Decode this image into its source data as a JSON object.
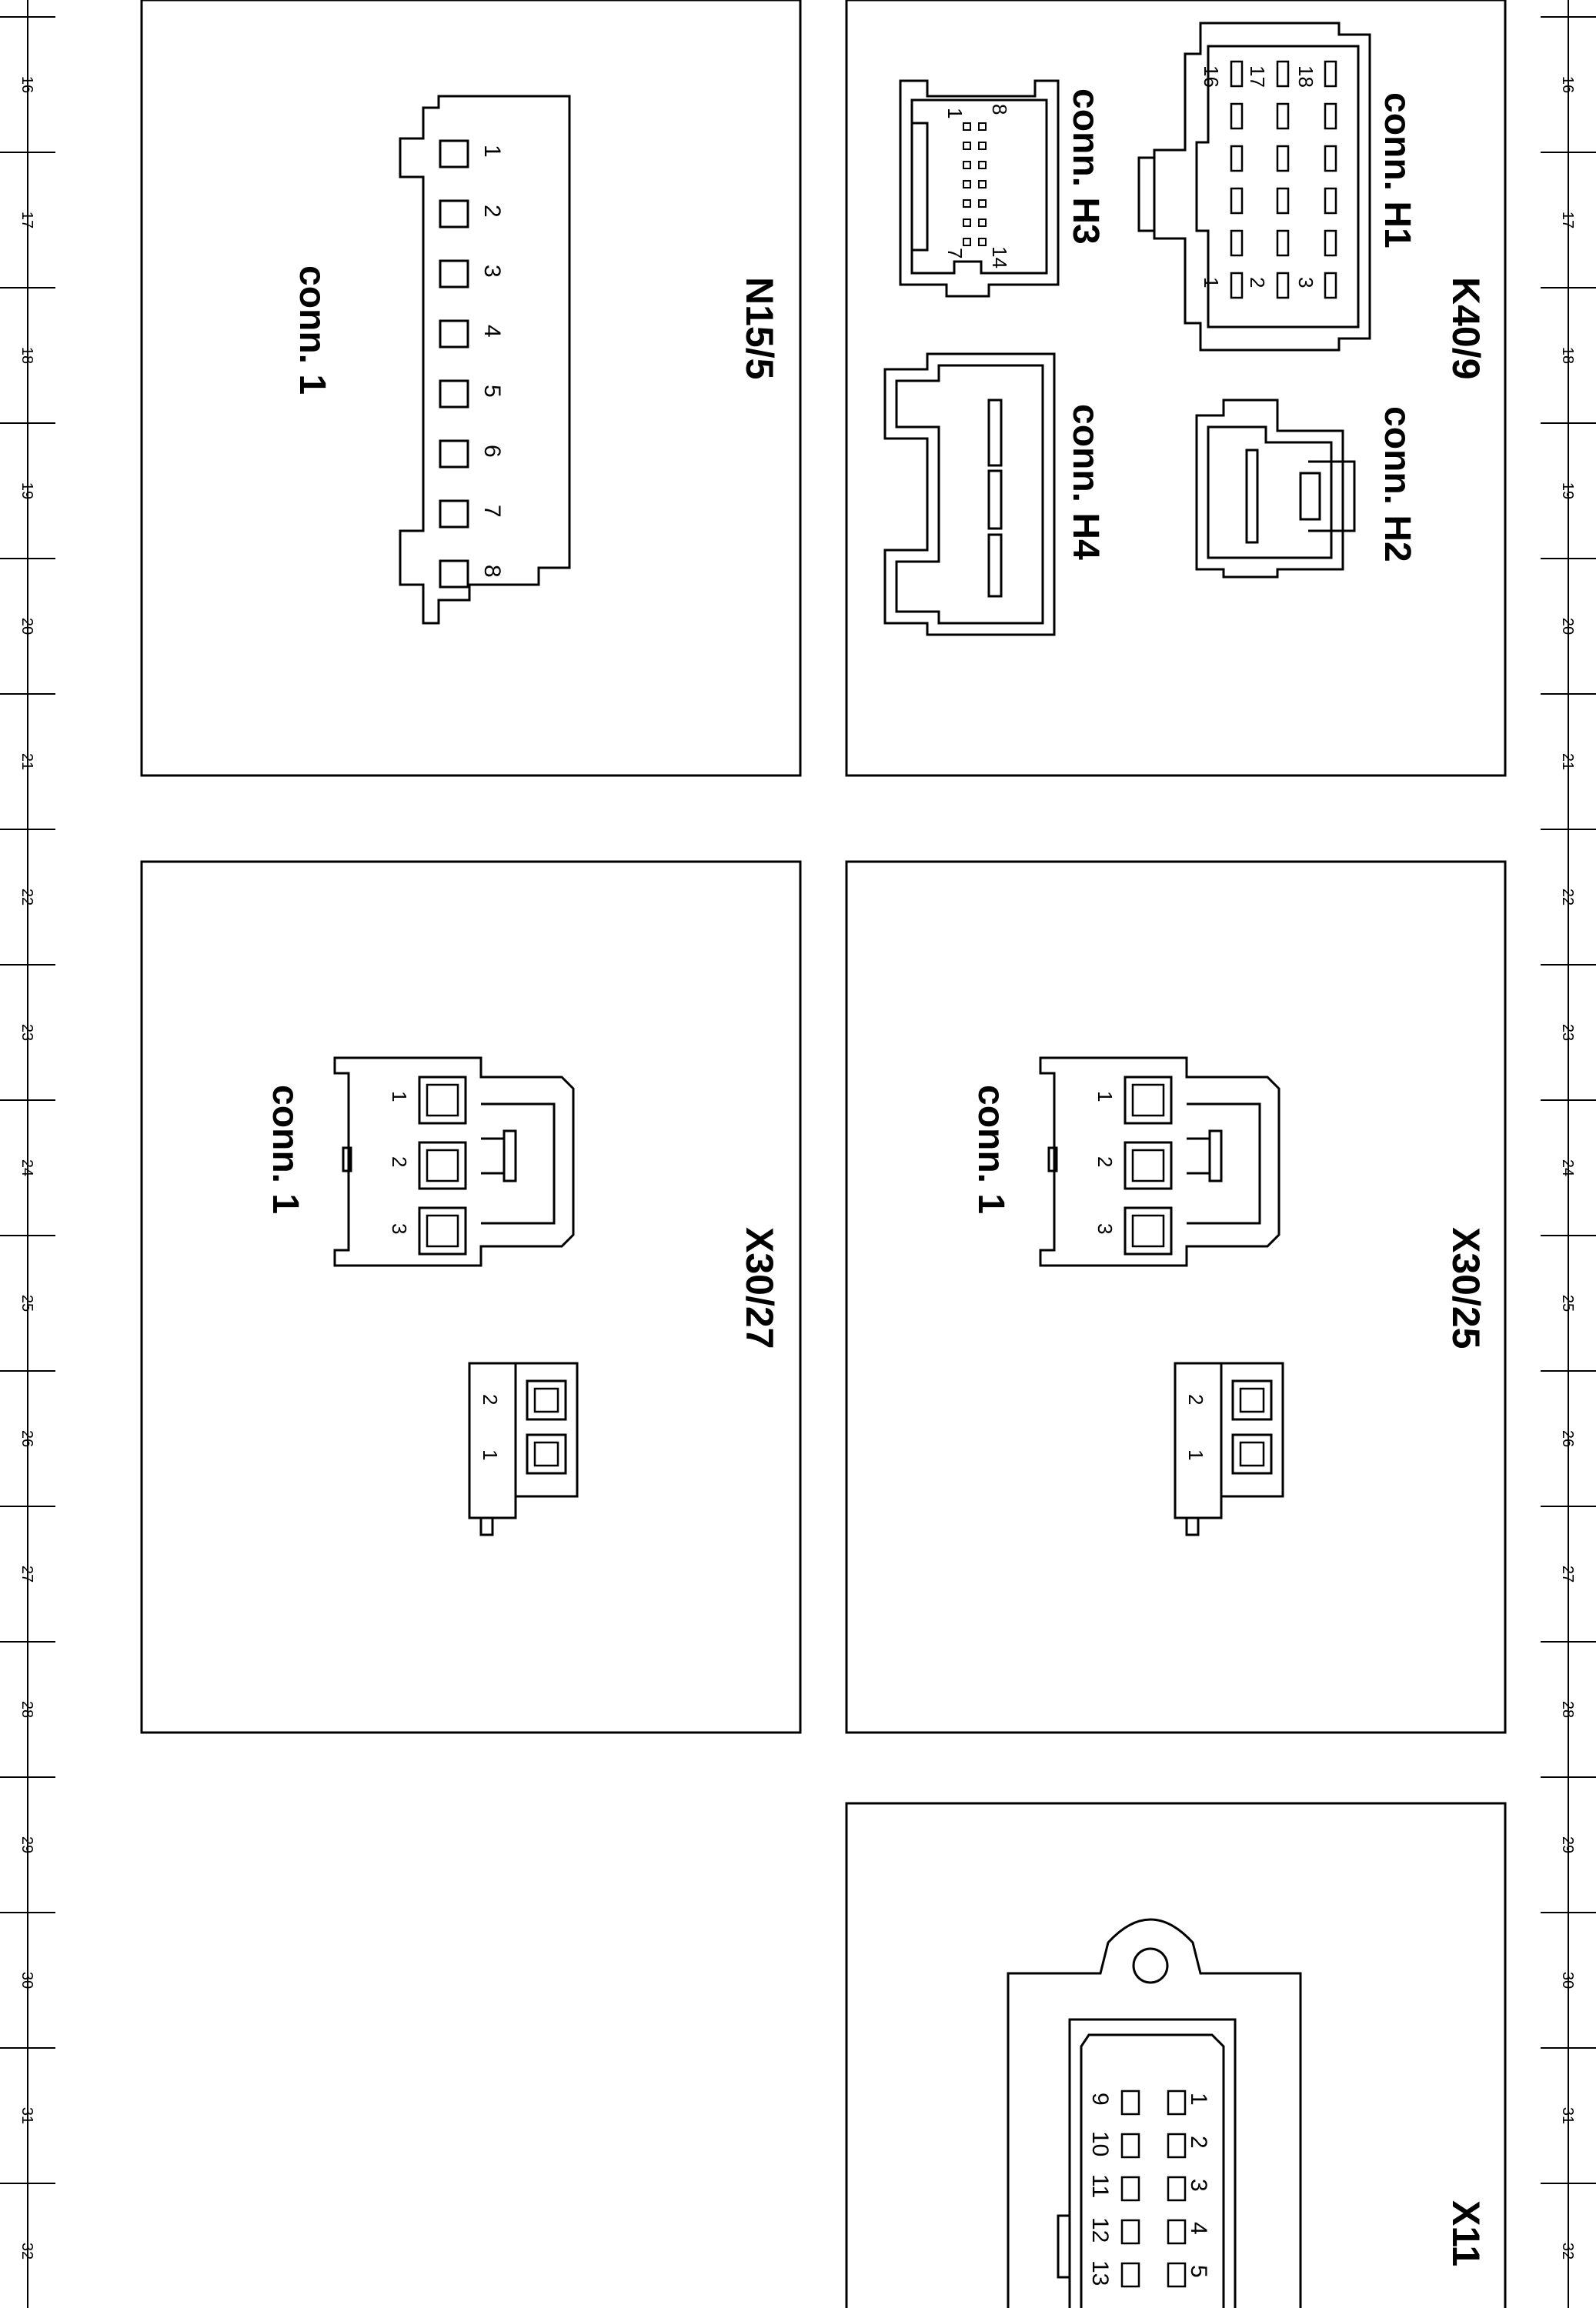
{
  "ruler": {
    "labels": [
      "16",
      "17",
      "18",
      "19",
      "20",
      "21",
      "22",
      "23",
      "24",
      "25",
      "26",
      "27",
      "28",
      "29",
      "30",
      "31",
      "32"
    ]
  },
  "boxes": {
    "n15_5": {
      "title": "N15/5",
      "conn_label": "conn. 1",
      "pins": [
        "1",
        "2",
        "3",
        "4",
        "5",
        "6",
        "7",
        "8"
      ]
    },
    "k40_9": {
      "title": "K40/9",
      "h1": {
        "label": "conn. H1",
        "pins_top": [
          "16",
          "17",
          "18"
        ],
        "pins_bottom": [
          "1",
          "2",
          "3"
        ]
      },
      "h2": {
        "label": "conn. H2"
      },
      "h3": {
        "label": "conn. H3",
        "pins": [
          "1",
          "8",
          "7",
          "14"
        ]
      },
      "h4": {
        "label": "conn. H4"
      }
    },
    "x30_27": {
      "title": "X30/27",
      "conn_label": "conn. 1",
      "pins3": [
        "1",
        "2",
        "3"
      ],
      "pins2": [
        "2",
        "1"
      ]
    },
    "x30_25": {
      "title": "X30/25",
      "conn_label": "conn. 1",
      "pins3": [
        "1",
        "2",
        "3"
      ],
      "pins2": [
        "2",
        "1"
      ]
    },
    "x11": {
      "title": "X11",
      "pins_row1": [
        "1",
        "2",
        "3",
        "4",
        "5"
      ],
      "pins_row2": [
        "9",
        "10",
        "11",
        "12",
        "13"
      ]
    }
  }
}
